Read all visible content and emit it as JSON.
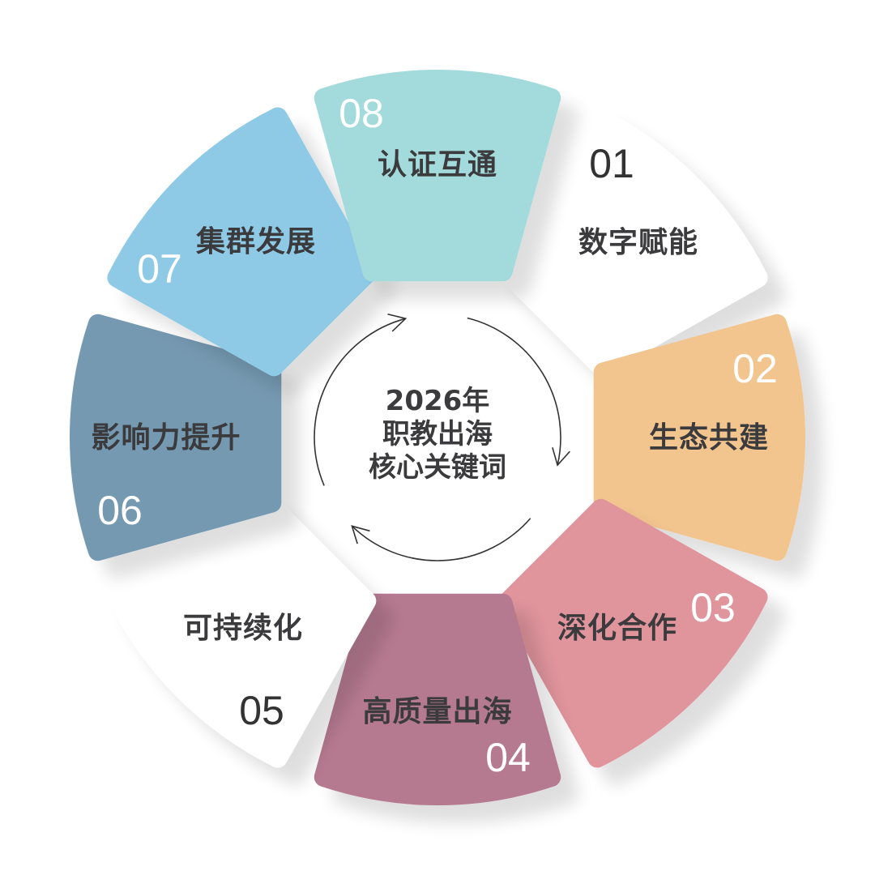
{
  "center": {
    "line1": "2026年",
    "line2": "职教出海",
    "line3": "核心关键词"
  },
  "segments": [
    {
      "number": "01",
      "label": "数字赋能",
      "color": "#ffffff",
      "number_color": "#333333"
    },
    {
      "number": "02",
      "label": "生态共建",
      "color": "#f2c48e",
      "number_color": "#ffffff"
    },
    {
      "number": "03",
      "label": "深化合作",
      "color": "#e0949c",
      "number_color": "#ffffff"
    },
    {
      "number": "04",
      "label": "高质量出海",
      "color": "#b67a90",
      "number_color": "#ffffff"
    },
    {
      "number": "05",
      "label": "可持续化",
      "color": "#ffffff",
      "number_color": "#333333"
    },
    {
      "number": "06",
      "label": "影响力提升",
      "color": "#7499b1",
      "number_color": "#ffffff"
    },
    {
      "number": "07",
      "label": "集群发展",
      "color": "#8ecae6",
      "number_color": "#ffffff"
    },
    {
      "number": "08",
      "label": "认证互通",
      "color": "#a3dadb",
      "number_color": "#ffffff"
    }
  ],
  "arrow_color": "#333333"
}
